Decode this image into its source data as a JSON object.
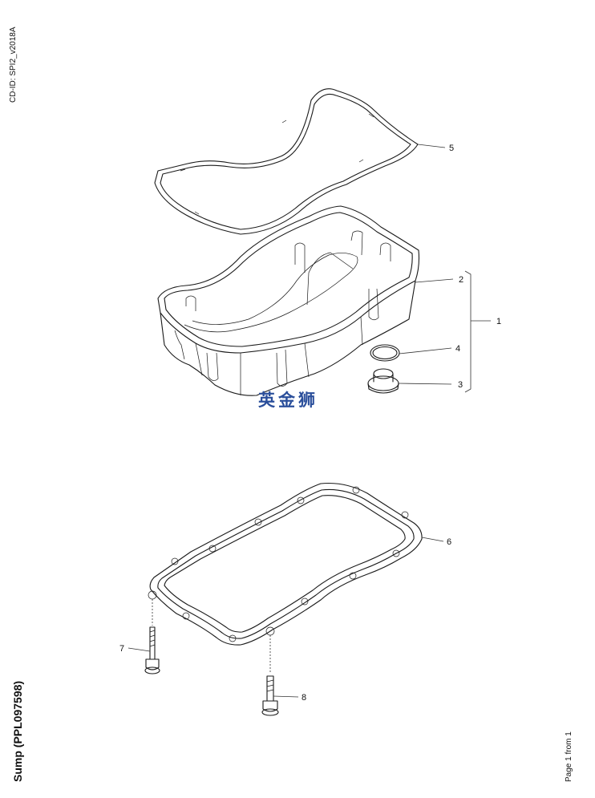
{
  "document": {
    "cd_id": "CD-ID: SPI2_v2018A",
    "title": "Sump (PPL097598)",
    "page": "Page 1 from 1",
    "watermark": "英金狮"
  },
  "callouts": [
    "1",
    "2",
    "3",
    "4",
    "5",
    "6",
    "7",
    "8"
  ]
}
